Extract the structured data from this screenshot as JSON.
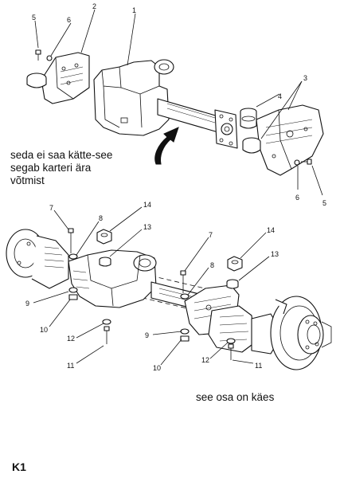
{
  "diagram": {
    "sheet_id": "K1",
    "notes": {
      "top": [
        "seda ei saa kätte-see",
        "segab karteri ära",
        "võtmist"
      ],
      "bottom": "see osa on käes"
    },
    "callouts": {
      "top": [
        "1",
        "2",
        "3",
        "4",
        "5",
        "6",
        "5",
        "6"
      ],
      "bottom": [
        "7",
        "8",
        "14",
        "13",
        "9",
        "10",
        "12",
        "11",
        "7",
        "8",
        "14",
        "13",
        "9",
        "10",
        "12",
        "11"
      ]
    }
  }
}
